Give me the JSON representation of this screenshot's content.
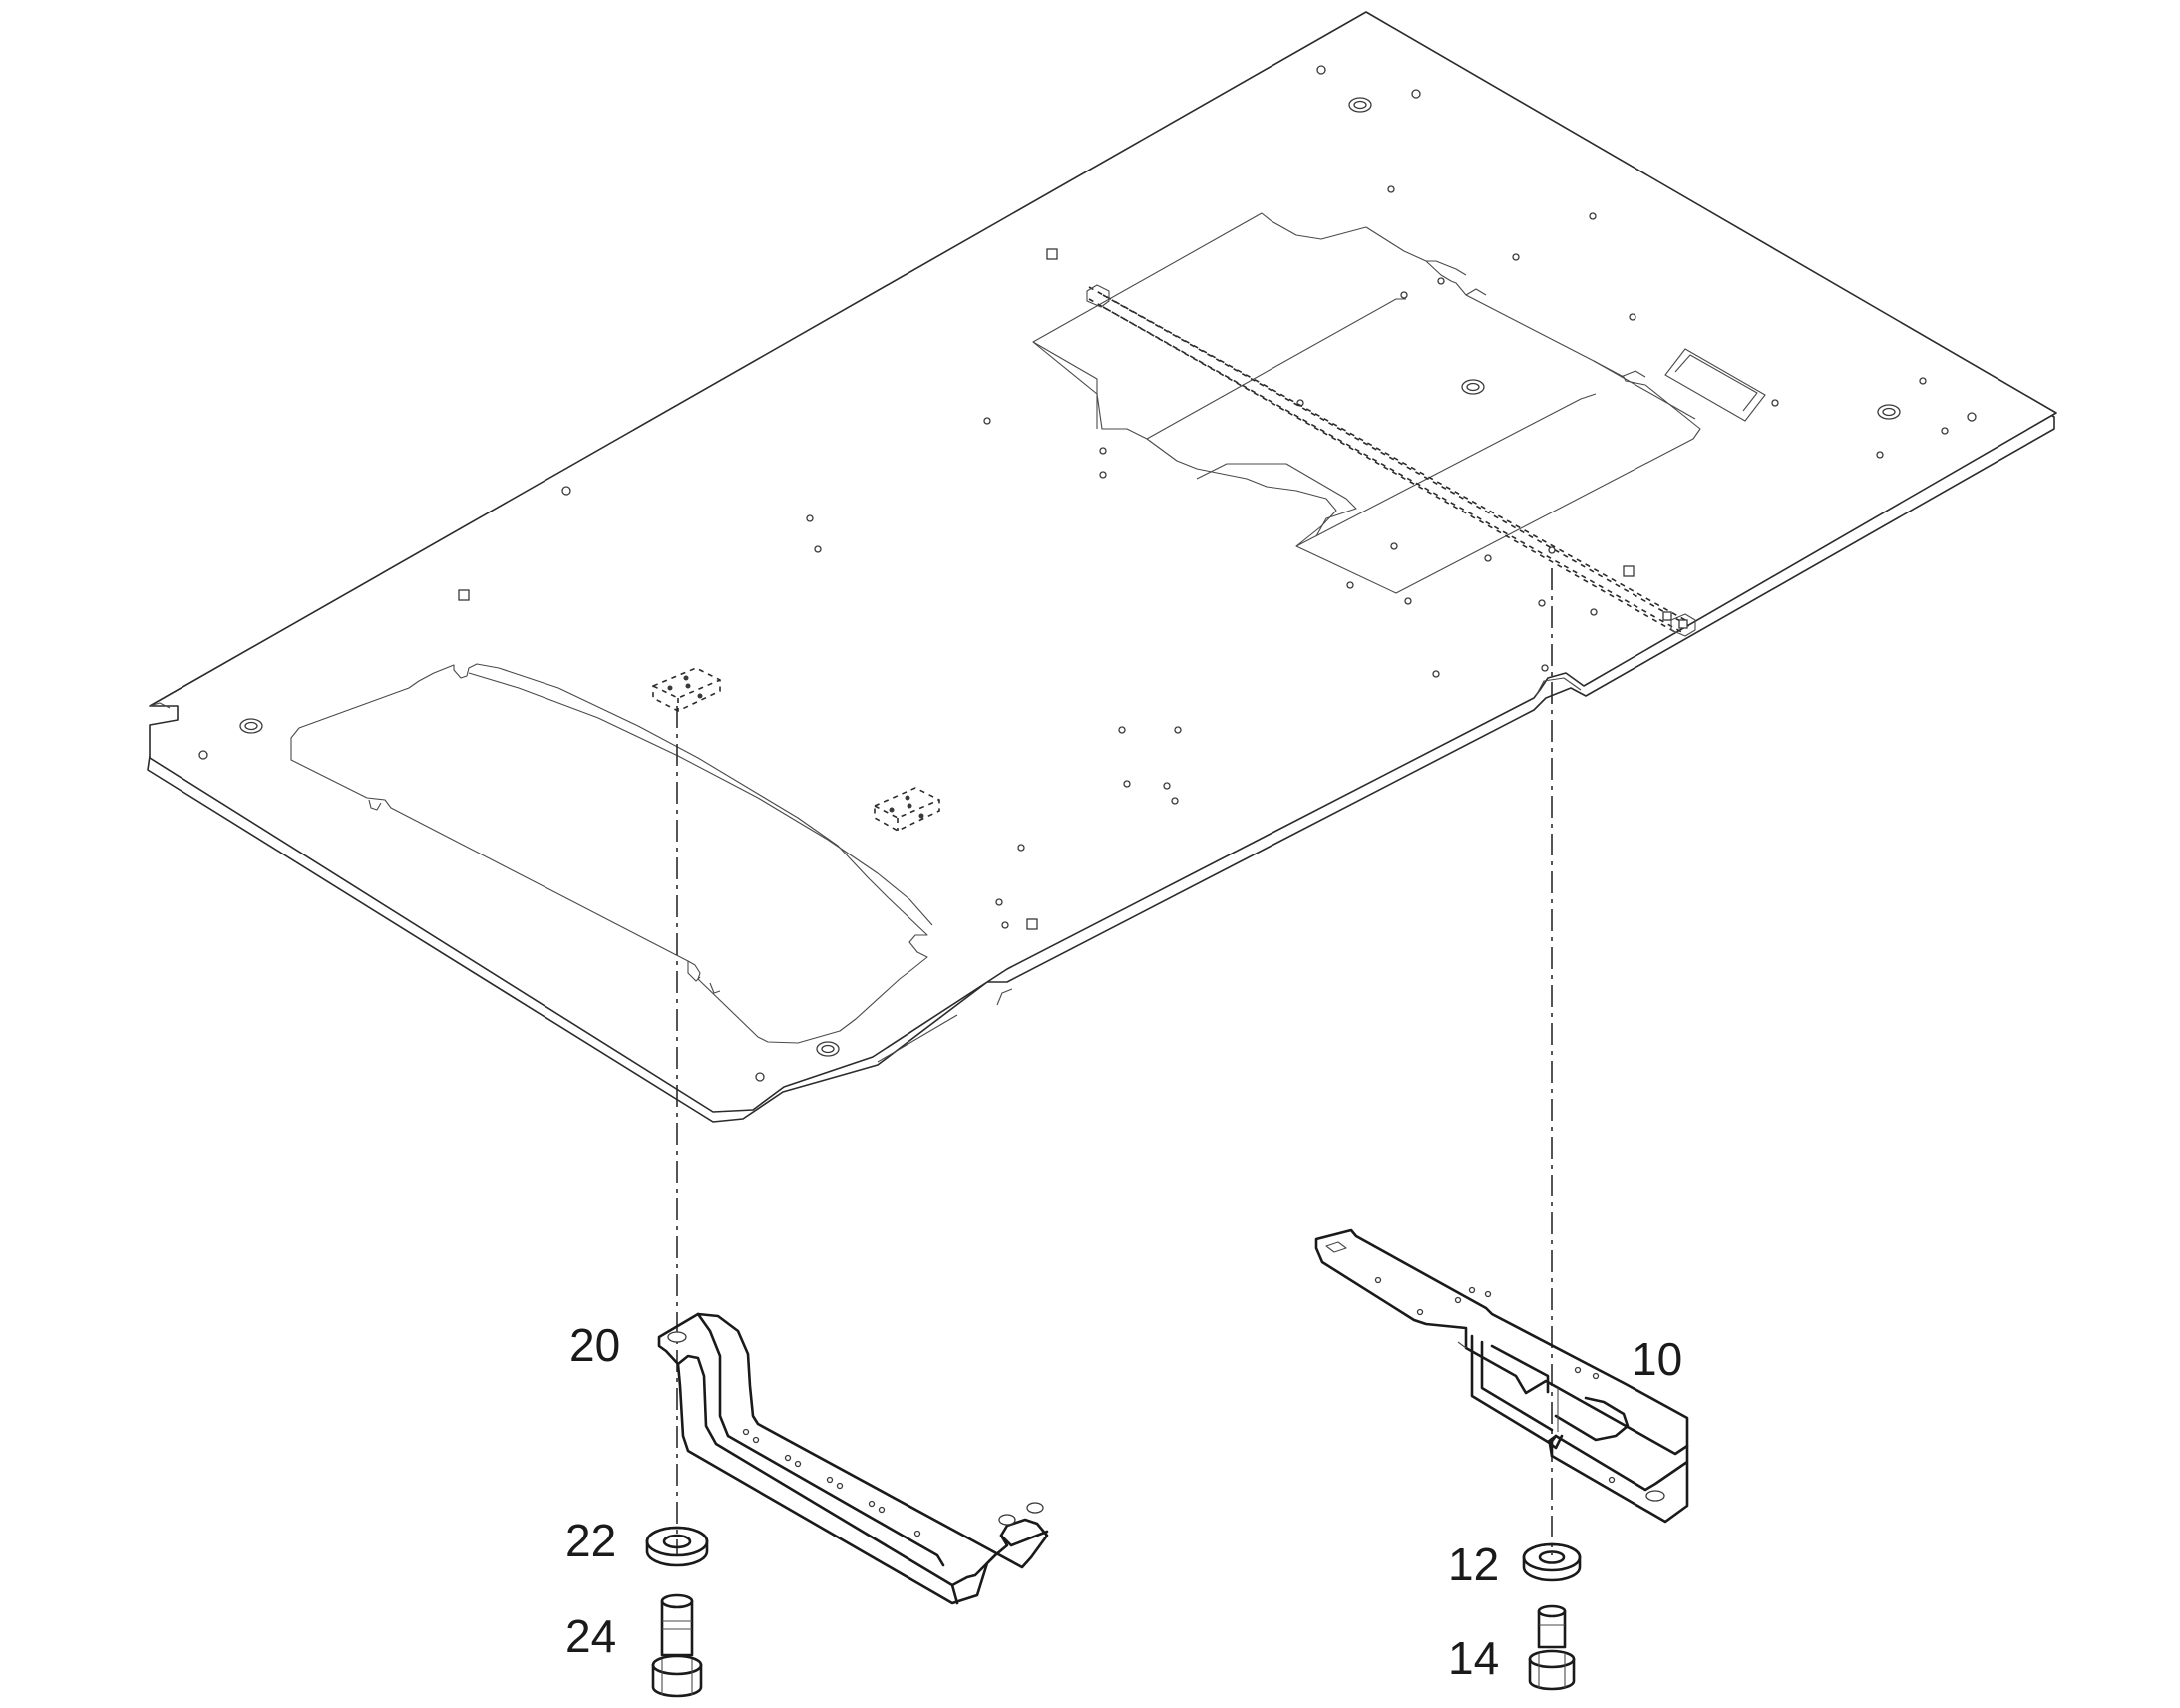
{
  "callouts": {
    "bracket_right": "10",
    "washer_right": "12",
    "screw_right": "14",
    "bracket_left": "20",
    "washer_left": "22",
    "screw_left": "24"
  }
}
